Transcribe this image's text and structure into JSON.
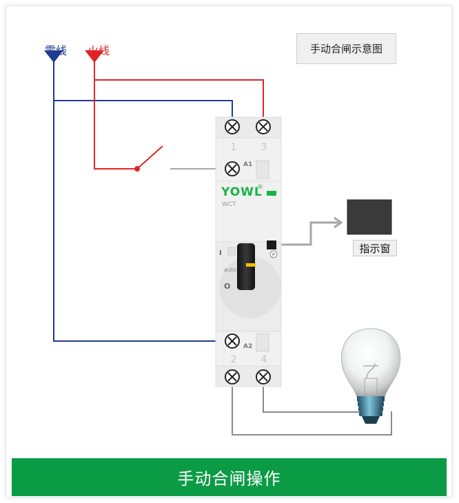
{
  "labels": {
    "neutral": "零线",
    "live": "火线",
    "legend": "手动合闸示意图",
    "indicator_window": "指示窗",
    "banner": "手动合闸操作"
  },
  "device": {
    "brand": "YOWL",
    "registered": "®",
    "model": "WCT",
    "terminal_top_left": "1",
    "terminal_top_right": "3",
    "terminal_bottom_left": "2",
    "terminal_bottom_right": "4",
    "coil_top": "A1",
    "coil_bottom": "A2",
    "switch_on": "I",
    "switch_auto": "auto",
    "switch_off": "O",
    "p_mark": "P"
  },
  "colors": {
    "neutral_wire": "#1f3a93",
    "live_wire": "#e02424",
    "load_wire": "#8a8a8a",
    "brand_green": "#16b34a",
    "banner_bg": "#0b9b45"
  }
}
